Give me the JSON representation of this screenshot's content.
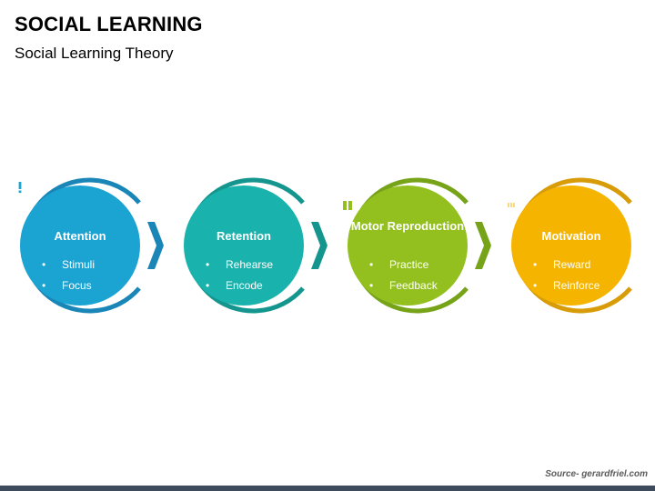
{
  "title": "SOCIAL LEARNING",
  "subtitle": "Social Learning Theory",
  "stages": [
    {
      "heading": "Attention",
      "items": [
        "Stimuli",
        "Focus"
      ],
      "icon": "warning-icon",
      "fill": "#1ba3d2",
      "ring": "#1a86b8"
    },
    {
      "heading": "Retention",
      "items": [
        "Rehearse",
        "Encode"
      ],
      "icon": "user-cycle-icon",
      "fill": "#1ab2ac",
      "ring": "#14968f"
    },
    {
      "heading": "Motor Reproduction",
      "items": [
        "Practice",
        "Feedback"
      ],
      "icon": "machine-icon",
      "fill": "#93c01f",
      "ring": "#76a318"
    },
    {
      "heading": "Motivation",
      "items": [
        "Reward",
        "Reinforce"
      ],
      "icon": "fist-raised-icon",
      "fill": "#f5b400",
      "ring": "#d89c08"
    }
  ],
  "source": "Source- gerardfriel.com"
}
